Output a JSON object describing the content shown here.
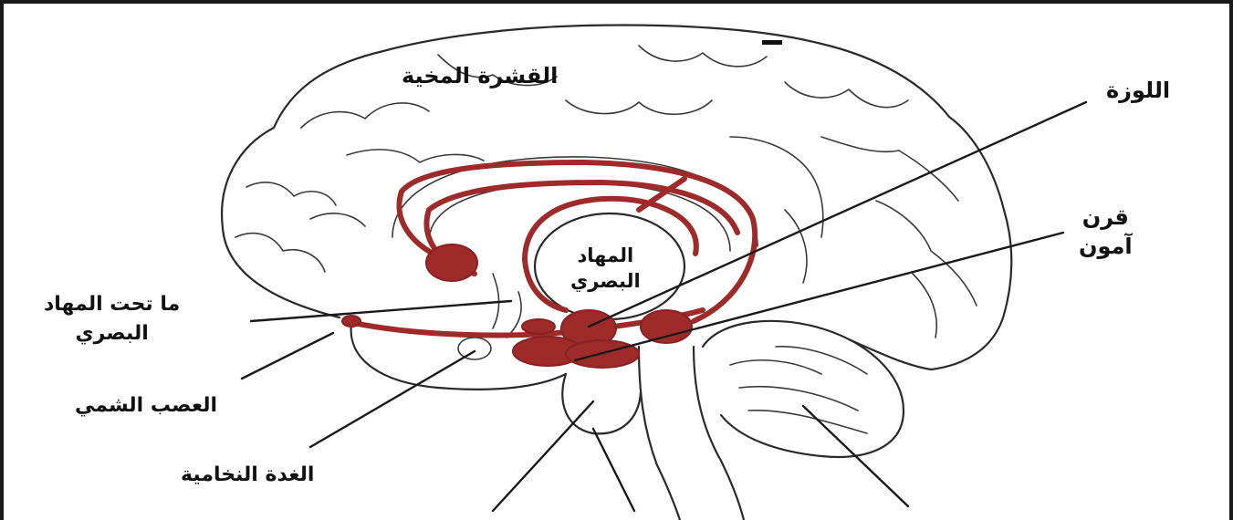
{
  "labels": {
    "cortex": "القشرة المخية",
    "amygdala": "اللوزة",
    "hippocampus_line1": "قرن",
    "hippocampus_line2": "آمون",
    "thalamus_line1": "المهاد",
    "thalamus_line2": "البصري",
    "hypothalamus_line1": "ما تحت المهاد",
    "hypothalamus_line2": "البصري",
    "olfactory_nerve": "العصب الشمي",
    "pituitary_gland": "الغدة النخامية"
  },
  "colors": {
    "limbic_system": "#9e2a2a",
    "outline": "#2a2a2a",
    "frame": "#1a1a1a"
  }
}
